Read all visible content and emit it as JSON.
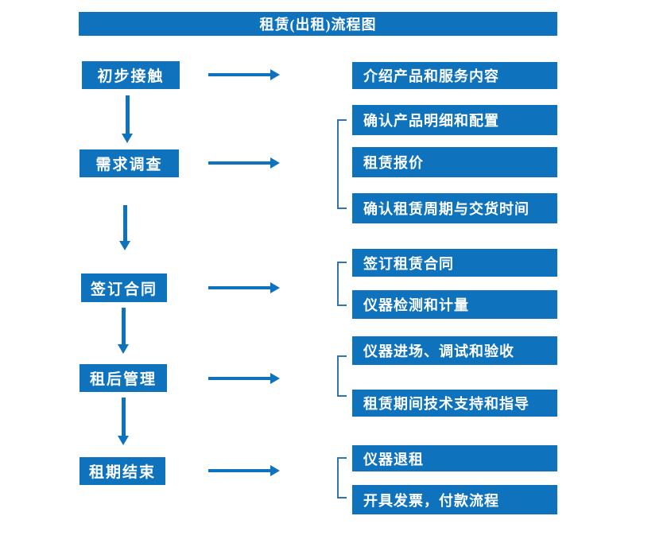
{
  "title": "租赁(出租)流程图",
  "colors": {
    "primary_blue": "#0e72bd",
    "bracket_blue": "#2e75b6",
    "text_white": "#ffffff",
    "background": "#ffffff"
  },
  "steps": [
    {
      "label": "初步接触",
      "details": [
        "介绍产品和服务内容"
      ]
    },
    {
      "label": "需求调查",
      "details": [
        "确认产品明细和配置",
        "租赁报价",
        "确认租赁周期与交货时间"
      ]
    },
    {
      "label": "签订合同",
      "details": [
        "签订租赁合同",
        "仪器检测和计量"
      ]
    },
    {
      "label": "租后管理",
      "details": [
        "仪器进场、调试和验收",
        "租赁期间技术支持和指导"
      ]
    },
    {
      "label": "租期结束",
      "details": [
        "仪器退租",
        "开具发票，付款流程"
      ]
    }
  ]
}
